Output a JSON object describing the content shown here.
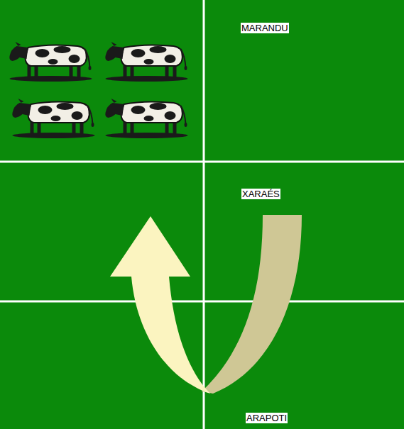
{
  "diagram": {
    "labels": [
      "MARANDU",
      "XARAÉS",
      "ARAPOTI"
    ]
  }
}
